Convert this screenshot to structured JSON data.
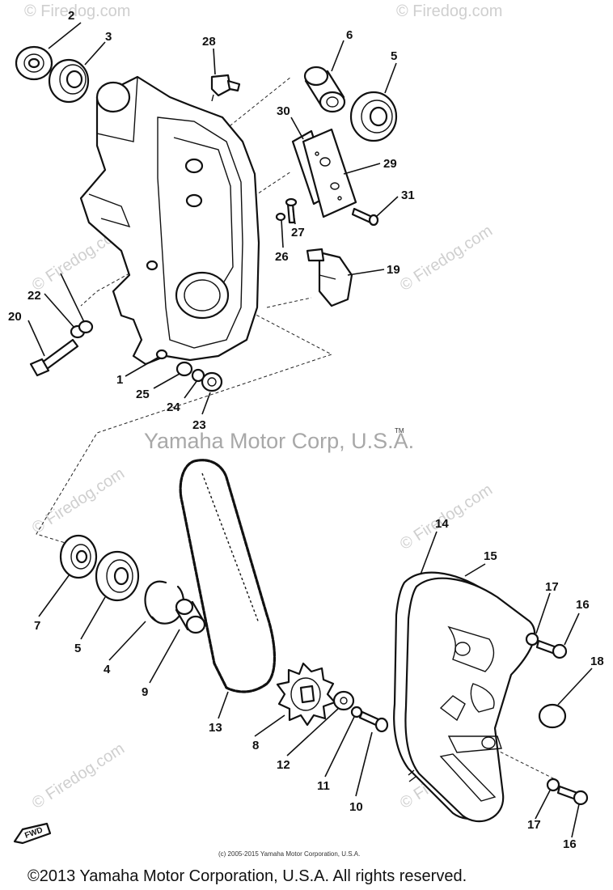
{
  "watermark": "© Firedog.com",
  "brand_line": "Yamaha Motor Corp, U.S.A.",
  "trademark": "TM",
  "small_copyright": "(c) 2005-2015 Yamaha Motor Corporation, U.S.A.",
  "copyright": "©2013 Yamaha Motor Corporation, U.S.A. All rights reserved.",
  "fwd_label": "FWD",
  "callouts": {
    "c1": "1",
    "c2": "2",
    "c3": "3",
    "c4": "4",
    "c5a": "5",
    "c5b": "5",
    "c6": "6",
    "c7": "7",
    "c8": "8",
    "c9": "9",
    "c10": "10",
    "c11": "11",
    "c12": "12",
    "c13": "13",
    "c14": "14",
    "c15": "15",
    "c16a": "16",
    "c16b": "16",
    "c17a": "17",
    "c17b": "17",
    "c18": "18",
    "c19": "19",
    "c20": "20",
    "c22": "22",
    "c23": "23",
    "c24": "24",
    "c25": "25",
    "c26": "26",
    "c27": "27",
    "c28": "28",
    "c29": "29",
    "c30": "30",
    "c31": "31"
  }
}
